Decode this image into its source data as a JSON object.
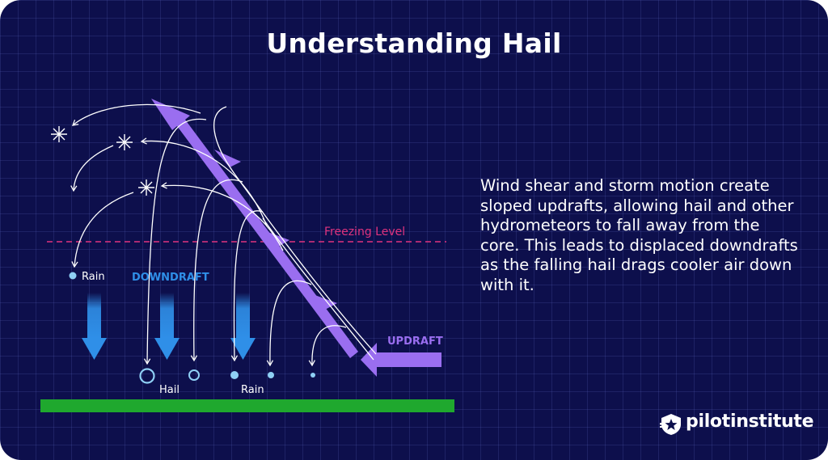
{
  "title": "Understanding Hail",
  "description": "Wind shear and storm motion create sloped updrafts, allowing hail and other hydrometeors to fall away from the core. This leads to displaced downdrafts as the falling hail drags cooler air down with it.",
  "labels": {
    "freezing_level": "Freezing Level",
    "downdraft": "DOWNDRAFT",
    "updraft": "UPDRAFT",
    "rain_left": "Rain",
    "hail": "Hail",
    "rain_bottom": "Rain"
  },
  "brand": {
    "name": "pilotinstitute",
    "logo_icon": "star-shield-icon"
  },
  "colors": {
    "background": "#0d0f4c",
    "updraft_arrow": "#9a6ef0",
    "downdraft_arrow": "#2f8fe8",
    "freezing_line": "#e0337e",
    "ground": "#1fa82e",
    "rain_drop": "#8fd0f5"
  }
}
